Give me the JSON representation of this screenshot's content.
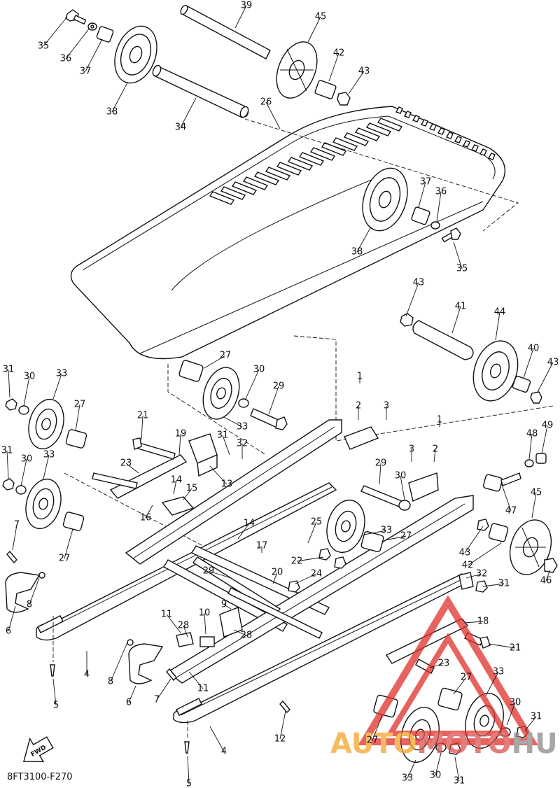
{
  "diagram": {
    "code": "8FT3100-F270",
    "fwd_label": "FWD",
    "watermark": {
      "part1": "AUTO",
      "part2": "MOTO",
      "part3": "HUB",
      "color1": "#f3a52b",
      "color2": "#d9534f",
      "color3": "#8a8a8a"
    },
    "colors": {
      "ink": "#111111",
      "paper": "#ffffff",
      "logo_red": "#e0302b"
    }
  },
  "callouts": [
    {
      "t": "35"
    },
    {
      "t": "36"
    },
    {
      "t": "37"
    },
    {
      "t": "38"
    },
    {
      "t": "39"
    },
    {
      "t": "45"
    },
    {
      "t": "42"
    },
    {
      "t": "43"
    },
    {
      "t": "34"
    },
    {
      "t": "26"
    },
    {
      "t": "37"
    },
    {
      "t": "36"
    },
    {
      "t": "38"
    },
    {
      "t": "35"
    },
    {
      "t": "43"
    },
    {
      "t": "41"
    },
    {
      "t": "44"
    },
    {
      "t": "40"
    },
    {
      "t": "43"
    },
    {
      "t": "27"
    },
    {
      "t": "30"
    },
    {
      "t": "29"
    },
    {
      "t": "33"
    },
    {
      "t": "1"
    },
    {
      "t": "2"
    },
    {
      "t": "3"
    },
    {
      "t": "31"
    },
    {
      "t": "30"
    },
    {
      "t": "33"
    },
    {
      "t": "27"
    },
    {
      "t": "21"
    },
    {
      "t": "19"
    },
    {
      "t": "31"
    },
    {
      "t": "32"
    },
    {
      "t": "23"
    },
    {
      "t": "13"
    },
    {
      "t": "14"
    },
    {
      "t": "15"
    },
    {
      "t": "16"
    },
    {
      "t": "1"
    },
    {
      "t": "3"
    },
    {
      "t": "2"
    },
    {
      "t": "29"
    },
    {
      "t": "30"
    },
    {
      "t": "48"
    },
    {
      "t": "49"
    },
    {
      "t": "45"
    },
    {
      "t": "47"
    },
    {
      "t": "31"
    },
    {
      "t": "30"
    },
    {
      "t": "33"
    },
    {
      "t": "7"
    },
    {
      "t": "27"
    },
    {
      "t": "14"
    },
    {
      "t": "25"
    },
    {
      "t": "33"
    },
    {
      "t": "27"
    },
    {
      "t": "17"
    },
    {
      "t": "43"
    },
    {
      "t": "42"
    },
    {
      "t": "22"
    },
    {
      "t": "24"
    },
    {
      "t": "20"
    },
    {
      "t": "29"
    },
    {
      "t": "32"
    },
    {
      "t": "31"
    },
    {
      "t": "46"
    },
    {
      "t": "6"
    },
    {
      "t": "8"
    },
    {
      "t": "9"
    },
    {
      "t": "10"
    },
    {
      "t": "11"
    },
    {
      "t": "28"
    },
    {
      "t": "28"
    },
    {
      "t": "18"
    },
    {
      "t": "4"
    },
    {
      "t": "5"
    },
    {
      "t": "21"
    },
    {
      "t": "23"
    },
    {
      "t": "8"
    },
    {
      "t": "6"
    },
    {
      "t": "7"
    },
    {
      "t": "11"
    },
    {
      "t": "27"
    },
    {
      "t": "33"
    },
    {
      "t": "30"
    },
    {
      "t": "31"
    },
    {
      "t": "12"
    },
    {
      "t": "27"
    },
    {
      "t": "4"
    },
    {
      "t": "33"
    },
    {
      "t": "30"
    },
    {
      "t": "31"
    },
    {
      "t": "5"
    }
  ]
}
